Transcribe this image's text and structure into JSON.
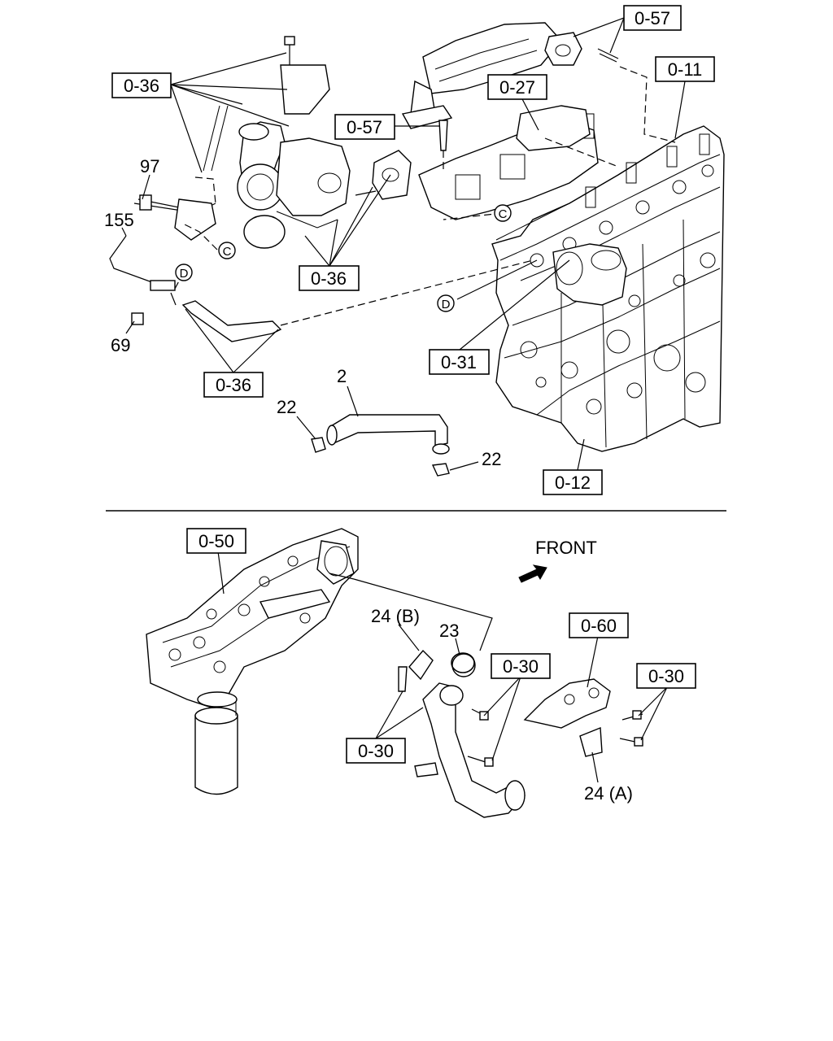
{
  "refs": {
    "r057a": "0-57",
    "r036a": "0-36",
    "r011": "0-11",
    "r027": "0-27",
    "r057b": "0-57",
    "r036b": "0-36",
    "r031": "0-31",
    "r036c": "0-36",
    "r012": "0-12",
    "r050": "0-50",
    "r060": "0-60",
    "r030a": "0-30",
    "r030b": "0-30",
    "r030c": "0-30"
  },
  "parts": {
    "p97": "97",
    "p155": "155",
    "p69": "69",
    "p2": "2",
    "p22a": "22",
    "p22b": "22",
    "p24b": "24 (B)",
    "p23": "23",
    "p24a": "24 (A)"
  },
  "markers": {
    "c1": "C",
    "c2": "C",
    "d1": "D",
    "d2": "D"
  },
  "front_label": "FRONT"
}
